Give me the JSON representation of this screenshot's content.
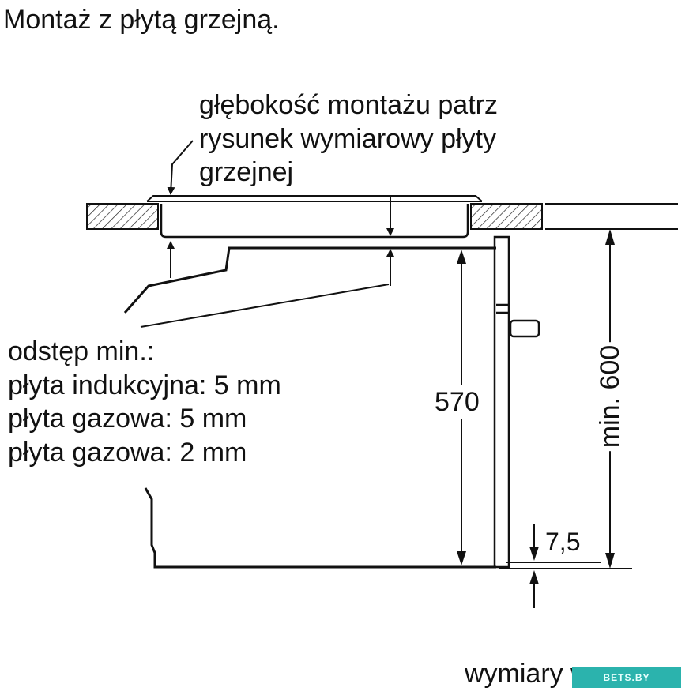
{
  "title": "Montaż z płytą grzejną.",
  "depth_note": {
    "lines": [
      "głębokość montażu patrz",
      "rysunek wymiarowy płyty",
      "grzejnej"
    ]
  },
  "clearance": {
    "lines": [
      "odstęp min.:",
      "płyta indukcyjna: 5 mm",
      "płyta gazowa: 5 mm",
      "płyta gazowa: 2 mm"
    ]
  },
  "dimensions": {
    "oven_height": "570",
    "min_cabinet": "min. 600",
    "offset": "7,5"
  },
  "units_caption": "wymiary w mm",
  "watermark": "BETS.BY"
}
